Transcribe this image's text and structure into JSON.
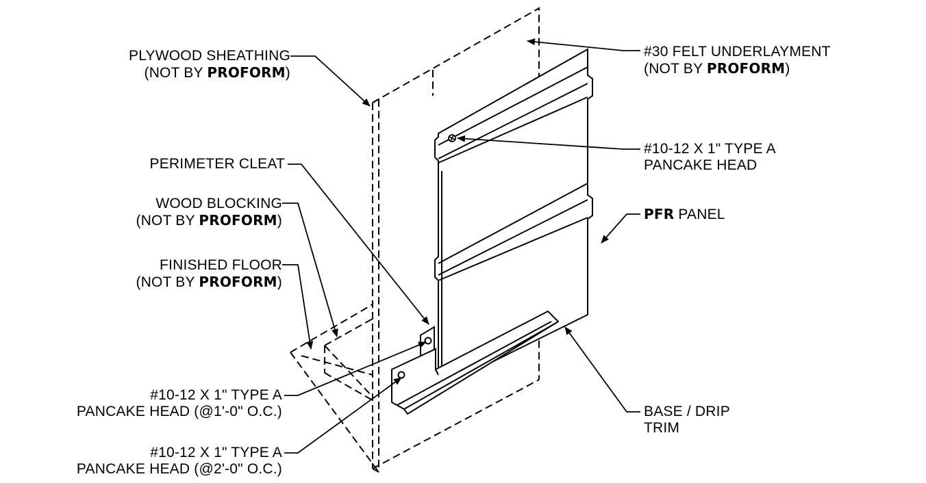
{
  "labels": {
    "plywood": {
      "line1": "PLYWOOD SHEATHING",
      "line2_pre": "(NOT BY ",
      "brand": "PROFORM",
      "line2_post": ")"
    },
    "felt": {
      "line1": "#30 FELT UNDERLAYMENT",
      "line2_pre": "(NOT BY ",
      "brand": "PROFORM",
      "line2_post": ")"
    },
    "screw_top": {
      "line1": "#10-12 X 1\" TYPE A",
      "line2": "PANCAKE HEAD"
    },
    "cleat": {
      "line1": "PERIMETER CLEAT"
    },
    "blocking": {
      "line1": "WOOD BLOCKING",
      "line2_pre": "(NOT BY ",
      "brand": "PROFORM",
      "line2_post": ")"
    },
    "panel": {
      "brand": "PFR",
      "line1_post": " PANEL"
    },
    "floor": {
      "line1": "FINISHED FLOOR",
      "line2_pre": "(NOT BY ",
      "brand": "PROFORM",
      "line2_post": ")"
    },
    "screw_1ft": {
      "line1": "#10-12 X 1\" TYPE A",
      "line2": "PANCAKE HEAD (@1'-0\" O.C.)"
    },
    "screw_2ft": {
      "line1": "#10-12 X 1\" TYPE A",
      "line2": "PANCAKE HEAD (@2'-0\" O.C.)"
    },
    "base": {
      "line1": "BASE / DRIP",
      "line2": "TRIM"
    }
  }
}
